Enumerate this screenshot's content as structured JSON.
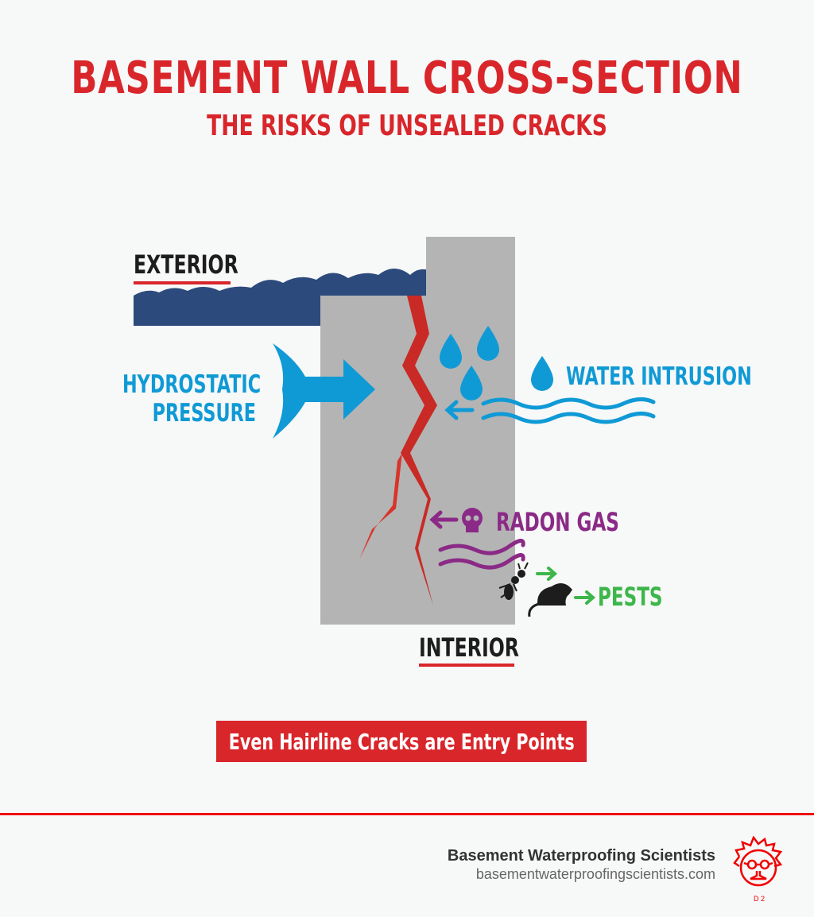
{
  "header": {
    "title": "BASEMENT WALL CROSS-SECTION",
    "subtitle": "THE RISKS OF UNSEALED CRACKS"
  },
  "diagram": {
    "exterior_label": "EXTERIOR",
    "interior_label": "INTERIOR",
    "hydrostatic_label_line1": "HYDROSTATIC",
    "hydrostatic_label_line2": "PRESSURE",
    "water_label": "WATER INTRUSION",
    "radon_label": "RADON GAS",
    "pests_label": "PESTS",
    "icons": [
      "soil-icon",
      "wall-icon",
      "crack-icon",
      "pressure-arrow-icon",
      "water-drop-icon",
      "water-wave-icon",
      "skull-icon",
      "gas-wave-icon",
      "ant-icon",
      "mouse-icon",
      "arrow-icon"
    ]
  },
  "callout": {
    "text": "Even Hairline Cracks are Entry Points"
  },
  "footer": {
    "brand_name": "Basement Waterproofing Scientists",
    "brand_url": "basementwaterproofingscientists.com",
    "logo_icon": "scientist-logo-icon"
  },
  "colors": {
    "accent_red": "#d9262b",
    "soil_blue": "#2c4a7c",
    "wall_gray": "#b4b4b4",
    "water_blue": "#0f9ad6",
    "radon_purple": "#8b2a86",
    "pests_green": "#3db64a"
  }
}
